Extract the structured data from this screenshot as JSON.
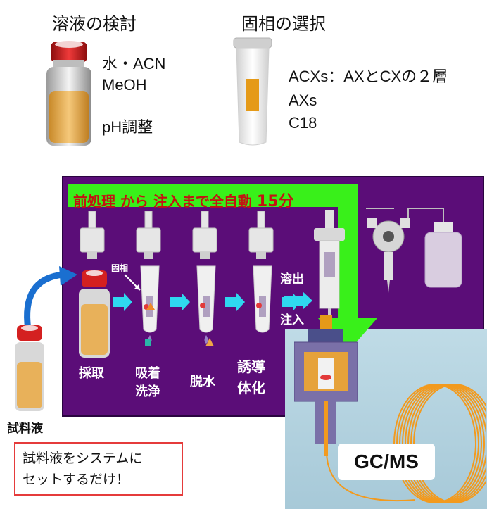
{
  "top": {
    "solution_heading": "溶液の検討",
    "solid_heading": "固相の選択",
    "solution_options": [
      "水・ACN",
      "MeOH",
      "pH調整"
    ],
    "solid_options": [
      "ACXs：AXとCXの２層",
      "AXs",
      "C18"
    ]
  },
  "process": {
    "banner_prefix": "前処理 から 注入まで全自動",
    "banner_time": "15分",
    "solid_phase_label": "固相",
    "elution_label": "溶出",
    "injection_label": "注入",
    "steps": {
      "sampling": "採取",
      "adsorb_line1": "吸着",
      "adsorb_line2": "洗浄",
      "dehydrate": "脱水",
      "deriv_line1": "誘導",
      "deriv_line2": "体化"
    },
    "sample_label": "試料液",
    "instrument_label": "GC/MS"
  },
  "note": {
    "line1": "試料液をシステムに",
    "line2": "セットするだけ！"
  },
  "colors": {
    "panel": "#5b0d78",
    "banner_arrow": "#39f01a",
    "banner_text": "#c41212",
    "step_arrow": "#2fd8f0",
    "vial_cap": "#d42020",
    "vial_liquid": "#e8b15a",
    "note_border": "#e53b3b",
    "column_coil": "#f29a1e"
  }
}
